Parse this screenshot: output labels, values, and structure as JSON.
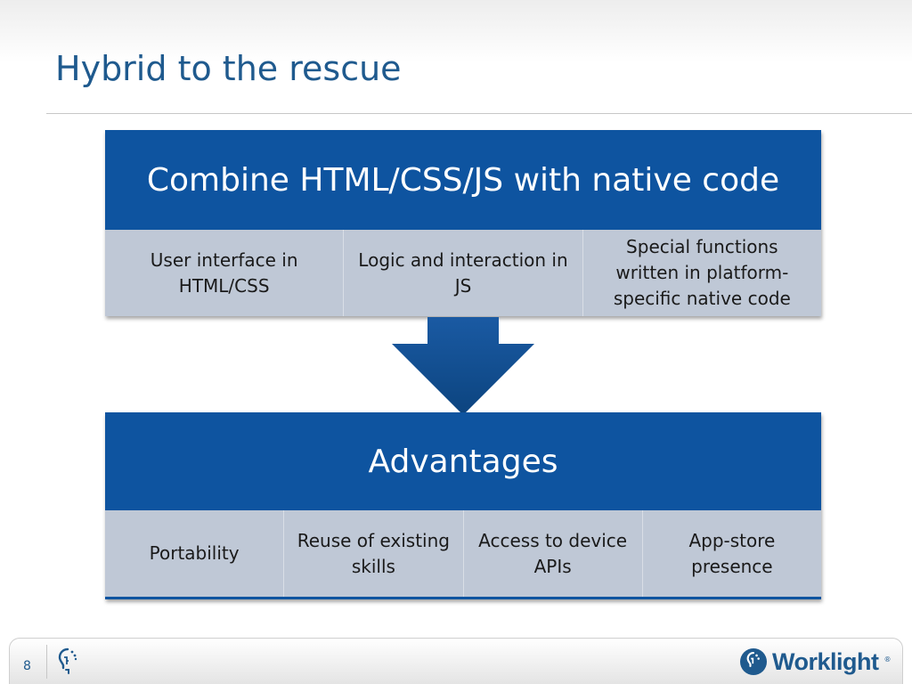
{
  "slide": {
    "title": "Hybrid to the rescue",
    "page_number": "8"
  },
  "block1": {
    "header": "Combine HTML/CSS/JS with native code",
    "cells": [
      "User interface in HTML/CSS",
      "Logic and interaction in JS",
      "Special functions written in platform-specific native code"
    ]
  },
  "block2": {
    "header": "Advantages",
    "cells": [
      "Portability",
      "Reuse of existing skills",
      "Access to device APIs",
      "App-store presence"
    ]
  },
  "footer": {
    "brand": "Worklight",
    "brand_mark": "®",
    "icons": [
      "worklight-bulb-icon",
      "worklight-logo-icon"
    ]
  },
  "colors": {
    "title": "#1f5a8e",
    "header_bg": "#0e54a0",
    "cell_bg": "#bfc8d6",
    "arrow": "#0d4f96"
  }
}
